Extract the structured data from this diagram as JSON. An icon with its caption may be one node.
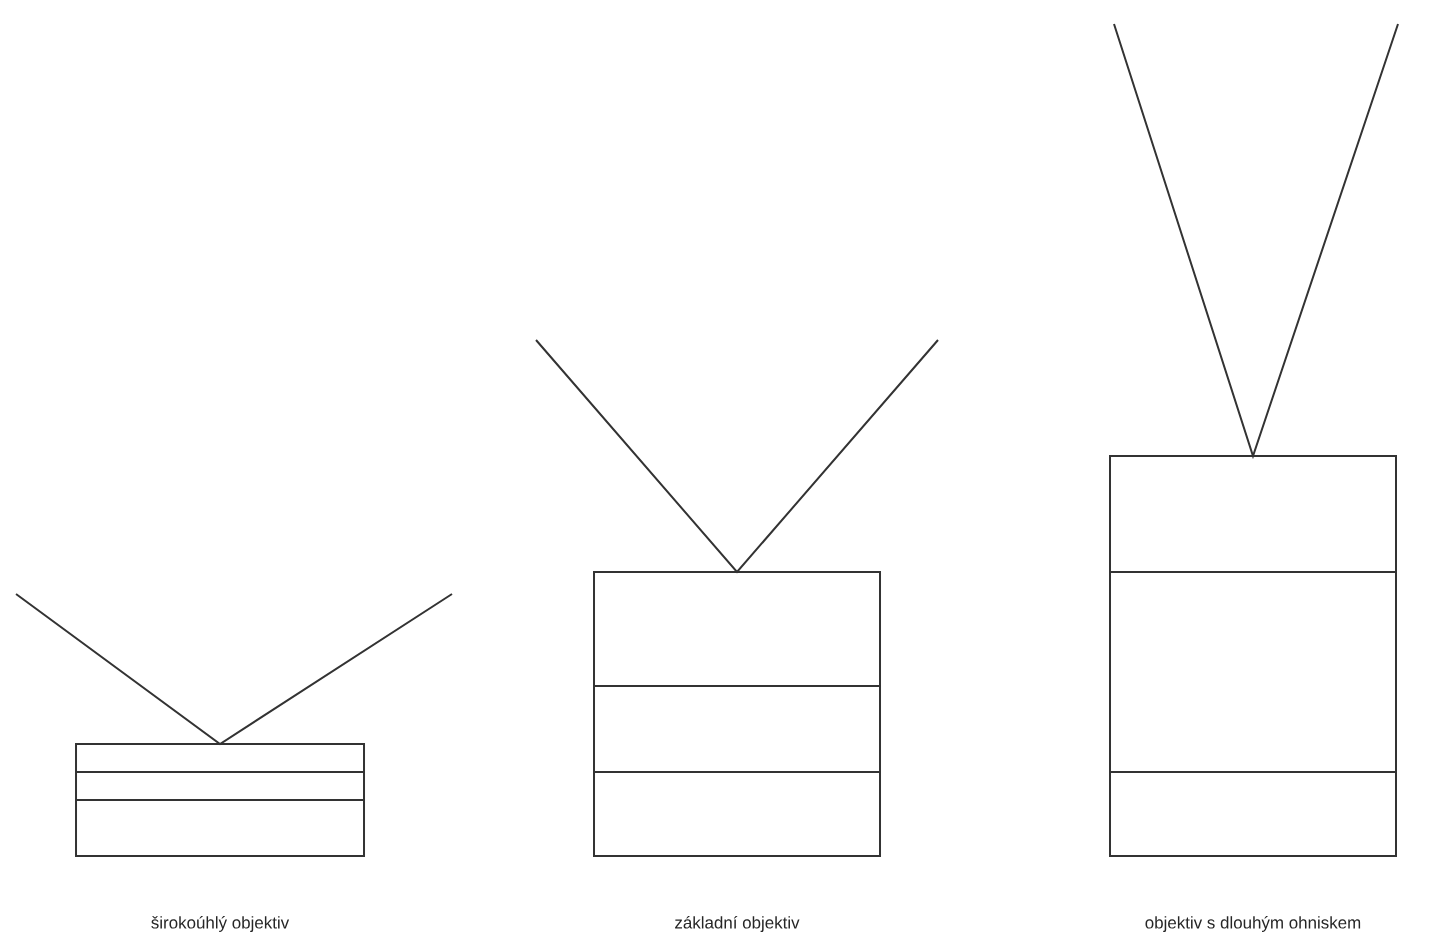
{
  "diagram": {
    "nodes": [
      {
        "text": [
          "širokoúhlý objektiv"
        ]
      },
      {
        "text": [
          "základní objektiv"
        ]
      },
      {
        "text": [
          "objektiv s dlouhým ohniskem"
        ]
      }
    ]
  }
}
